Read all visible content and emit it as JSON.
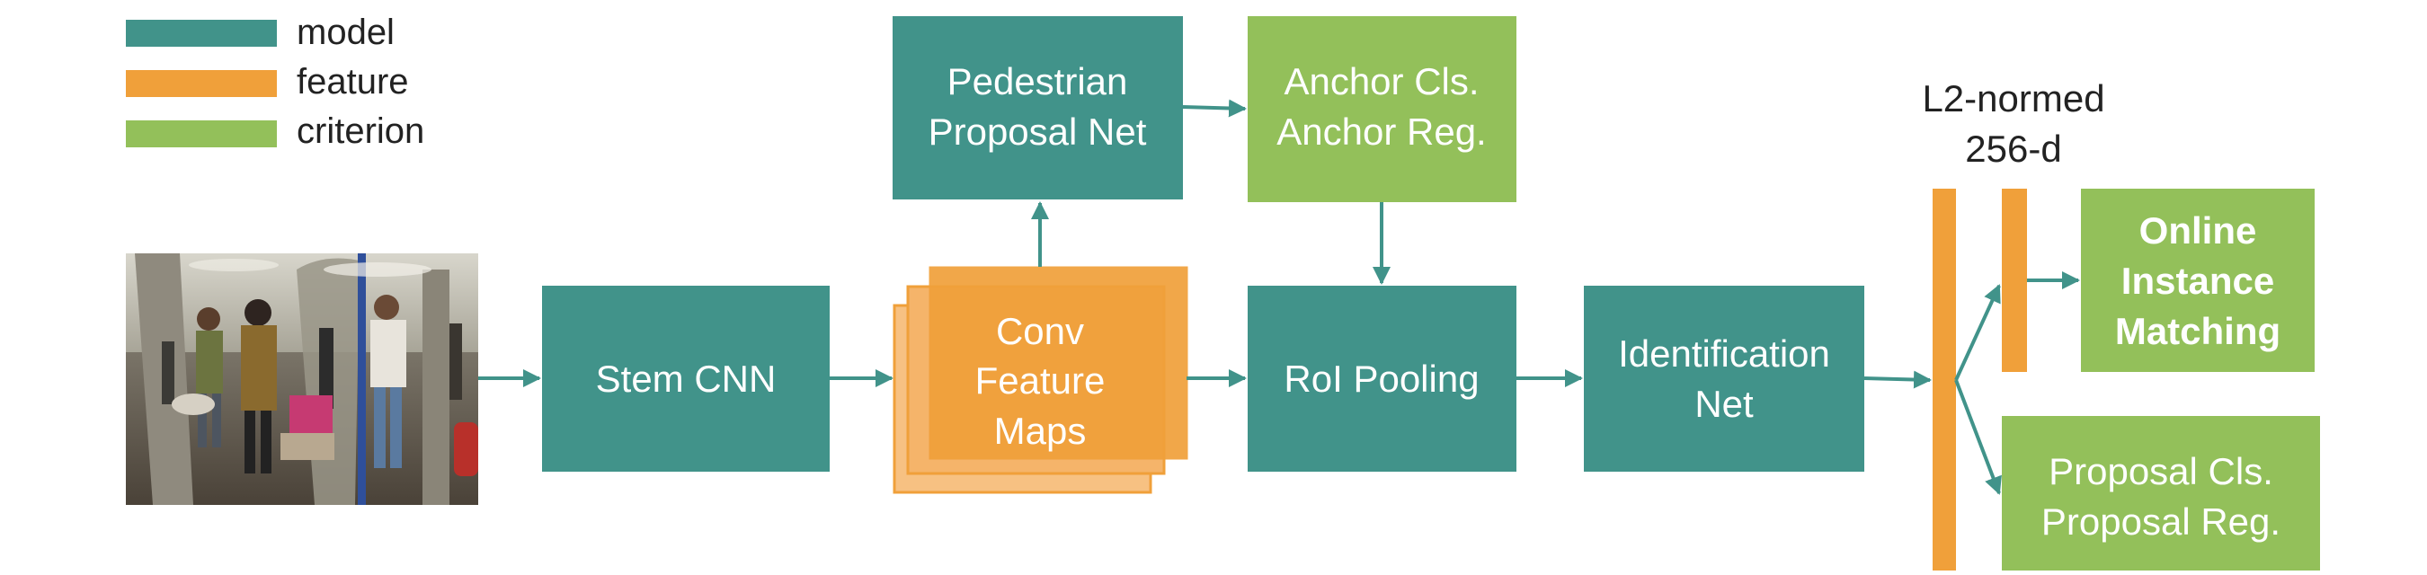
{
  "colors": {
    "model": "#41938a",
    "feature": "#f0a03a",
    "feature_light": "#f7c182",
    "criterion": "#93c05a",
    "arrow": "#41938a",
    "text_dark": "#222222",
    "text_light": "#ffffff"
  },
  "legend": [
    {
      "label": "model",
      "color": "#41938a"
    },
    {
      "label": "feature",
      "color": "#f0a03a"
    },
    {
      "label": "criterion",
      "color": "#93c05a"
    }
  ],
  "nodes": {
    "input_image": {
      "description_icon": "photo-icon"
    },
    "stem_cnn": {
      "lines": [
        "Stem CNN"
      ]
    },
    "conv_feature_maps": {
      "lines": [
        "Conv",
        "Feature",
        "Maps"
      ]
    },
    "pedestrian_proposal_net": {
      "lines": [
        "Pedestrian",
        "Proposal Net"
      ]
    },
    "anchor_loss": {
      "lines": [
        "Anchor Cls.",
        "Anchor Reg."
      ]
    },
    "roi_pooling": {
      "lines": [
        "RoI Pooling"
      ]
    },
    "identification_net": {
      "lines": [
        "Identification",
        "Net"
      ]
    },
    "feature_label": {
      "lines": [
        "L2-normed",
        "256-d"
      ]
    },
    "online_instance_matching": {
      "lines": [
        "Online",
        "Instance",
        "Matching"
      ]
    },
    "proposal_loss": {
      "lines": [
        "Proposal Cls.",
        "Proposal Reg."
      ]
    }
  }
}
